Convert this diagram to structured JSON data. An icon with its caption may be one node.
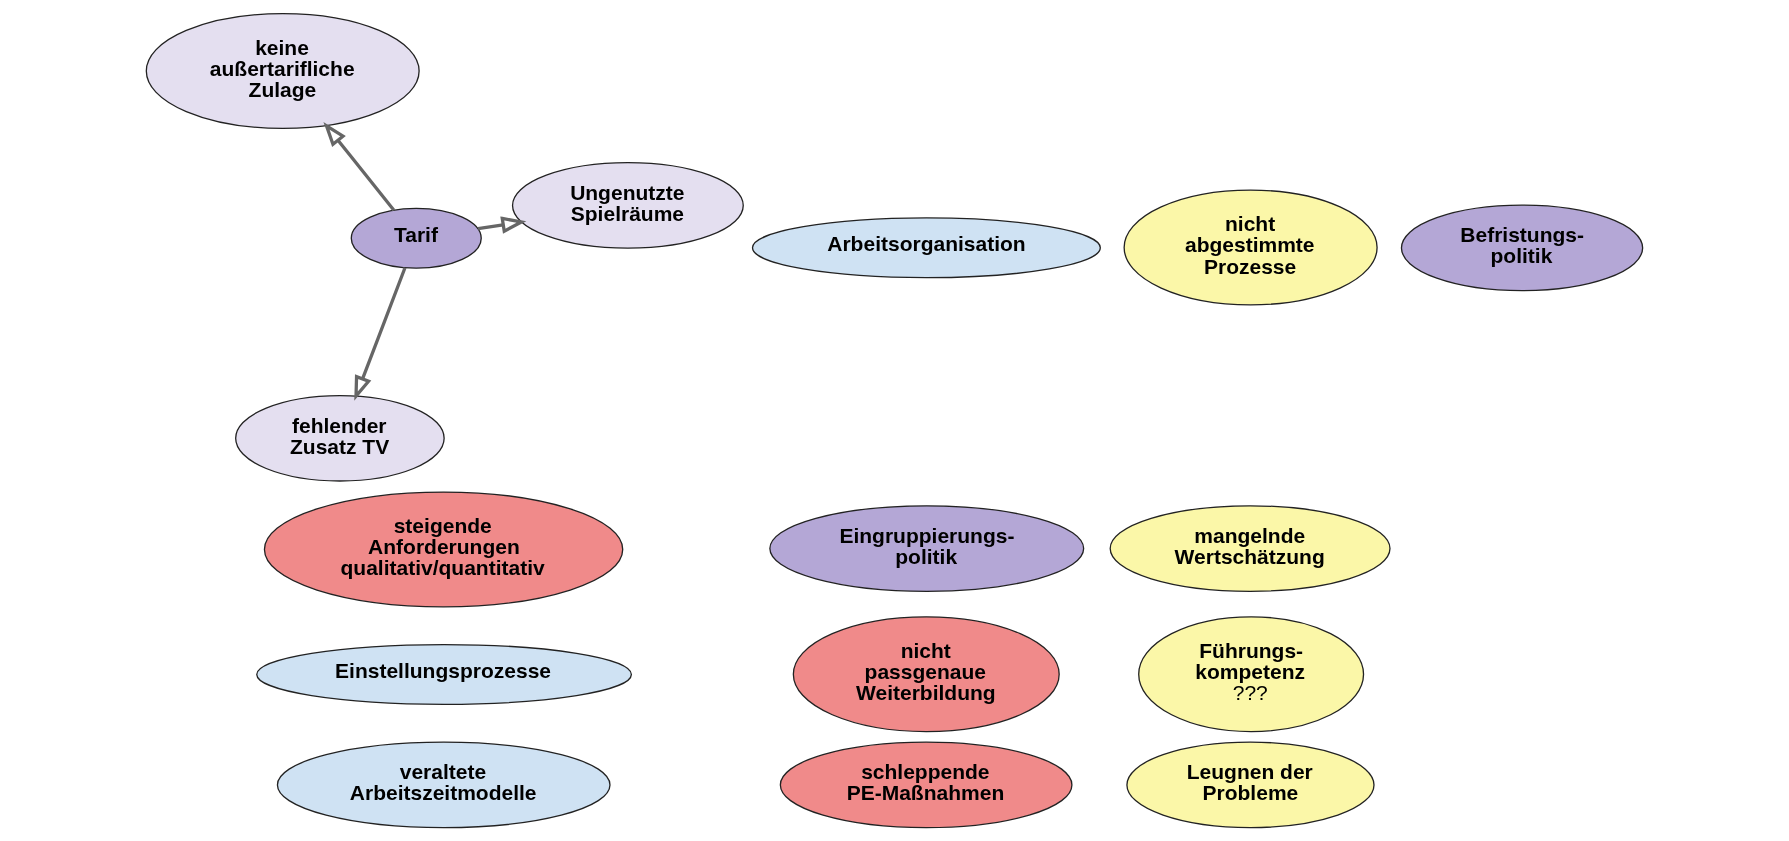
{
  "diagram": {
    "nodes": [
      {
        "text": [
          "veraltete Arbeitszeitmodelle"
        ]
      },
      {
        "text": [
          "Einstellungsprozesse"
        ]
      },
      {
        "text": [
          "Arbeitsorganisation"
        ]
      },
      {
        "text": [
          "Befristungs- politik"
        ]
      },
      {
        "text": [
          "Eingruppierungs- politik"
        ]
      },
      {
        "text": [
          "Tarif"
        ]
      },
      {
        "text": [
          "Ungenutzte Spielräume"
        ]
      },
      {
        "text": [
          "fehlender Zusatz TV"
        ]
      },
      {
        "text": [
          "keine außertarifliche Zulage"
        ]
      },
      {
        "text": [
          "mangelnde Wertschätzung"
        ]
      },
      {
        "text": [
          "Leugnen der Probleme"
        ]
      },
      {
        "text": [
          "nicht abgestimmte Prozesse"
        ]
      },
      {
        "text": [
          "Führungs- kompetenz",
          "???"
        ]
      },
      {
        "text": [
          "steigende Anforderungen qualitativ/quantitativ"
        ]
      },
      {
        "text": [
          "schleppende PE-Maßnahmen"
        ]
      },
      {
        "text": [
          "nicht passgenaue Weiterbildung"
        ]
      }
    ],
    "edges": [
      {
        "from": 5,
        "to": 6,
        "arrow": "to"
      },
      {
        "from": 5,
        "to": 7,
        "arrow": "to"
      },
      {
        "from": 5,
        "to": 8,
        "arrow": "to"
      }
    ]
  }
}
